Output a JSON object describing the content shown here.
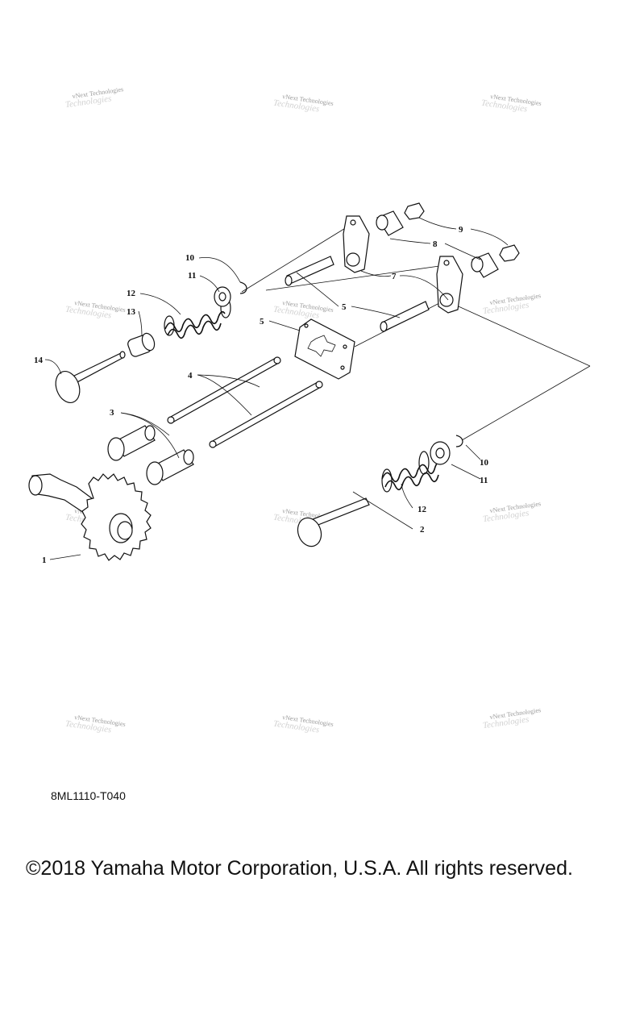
{
  "watermark": {
    "line1": "vNext Technologies",
    "line2": "Technologies"
  },
  "callouts": {
    "c1": "1",
    "c2": "2",
    "c3": "3",
    "c4": "4",
    "c5a": "5",
    "c5b": "5",
    "c7": "7",
    "c8": "8",
    "c9": "9",
    "c10a": "10",
    "c10b": "10",
    "c11a": "11",
    "c11b": "11",
    "c12a": "12",
    "c12b": "12",
    "c13": "13",
    "c14": "14"
  },
  "footer": {
    "diagram_code": "8ML1110-T040",
    "copyright": "©2018 Yamaha Motor Corporation, U.S.A. All rights reserved."
  }
}
